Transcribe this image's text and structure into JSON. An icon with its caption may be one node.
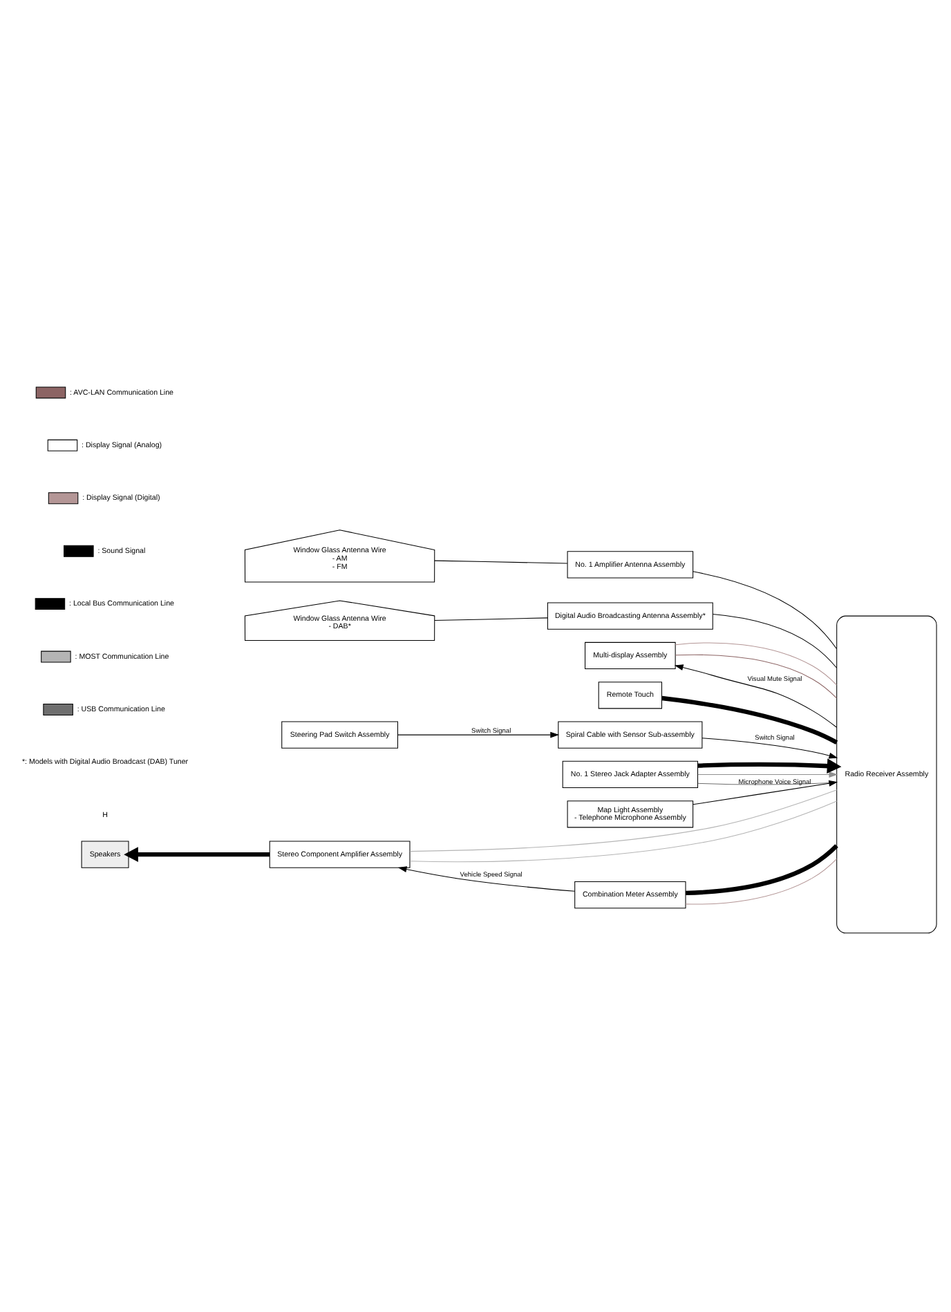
{
  "diagram": {
    "nodes": [
      {
        "text": [
          "Window Glass Antenna Wire",
          "- AM",
          "- FM"
        ]
      },
      {
        "text": [
          "No. 1 Amplifier Antenna Assembly"
        ]
      },
      {
        "text": [
          "Window Glass Antenna Wire",
          "- DAB*"
        ]
      },
      {
        "text": [
          "Digital Audio Broadcasting Antenna Assembly*"
        ]
      },
      {
        "text": [
          "Radio Receiver Assembly"
        ]
      },
      {
        "text": [
          "Multi-display Assembly"
        ]
      },
      {
        "text": [
          "Remote Touch"
        ]
      },
      {
        "text": [
          "Steering Pad Switch Assembly"
        ]
      },
      {
        "text": [
          "Spiral Cable with Sensor Sub-assembly"
        ]
      },
      {
        "text": [
          "No. 1 Stereo Jack Adapter Assembly"
        ]
      },
      {
        "text": [
          "Map Light Assembly",
          "- Telephone Microphone Assembly"
        ]
      },
      {
        "text": [
          "Stereo Component Amplifier Assembly"
        ]
      },
      {
        "text": [
          "Speakers"
        ]
      },
      {
        "text": [
          "Combination Meter Assembly"
        ]
      }
    ],
    "edges": [
      {
        "from": 0,
        "to": 1,
        "arrow": "none"
      },
      {
        "from": 2,
        "to": 3,
        "arrow": "none"
      },
      {
        "from": 3,
        "to": 4,
        "arrow": "none"
      },
      {
        "from": 1,
        "to": 4,
        "arrow": "none"
      },
      {
        "from": 5,
        "to": 4,
        "arrow": "none",
        "color": "#8c6464"
      },
      {
        "from": 5,
        "to": 4,
        "arrow": "none",
        "color": "#b49696"
      },
      {
        "from": 4,
        "to": 5,
        "arrow": "to",
        "label": "Visual Mute Signal"
      },
      {
        "from": 6,
        "to": 4,
        "arrow": "none",
        "style": "thick",
        "color": "#000000"
      },
      {
        "from": 7,
        "to": 8,
        "arrow": "to",
        "label": "Switch Signal"
      },
      {
        "from": 8,
        "to": 4,
        "arrow": "to",
        "label": "Switch Signal"
      },
      {
        "from": 9,
        "to": 4,
        "arrow": "none",
        "color": "#6e6e6e"
      },
      {
        "from": 9,
        "to": 4,
        "arrow": "to",
        "color": "#909090"
      },
      {
        "from": 9,
        "to": 4,
        "arrow": "to",
        "style": "thick",
        "color": "#000000"
      },
      {
        "from": 10,
        "to": 4,
        "arrow": "to",
        "label": "Microphone Voice Signal"
      },
      {
        "from": 11,
        "to": 4,
        "arrow": "none",
        "color": "#b4b4b4"
      },
      {
        "from": 11,
        "to": 4,
        "arrow": "none",
        "color": "#b4b4b4"
      },
      {
        "from": 11,
        "to": 12,
        "arrow": "to",
        "style": "thick",
        "color": "#000000"
      },
      {
        "from": 13,
        "to": 11,
        "arrow": "to",
        "label": "Vehicle Speed Signal"
      },
      {
        "from": 13,
        "to": 4,
        "arrow": "none",
        "color": "#b49696"
      },
      {
        "from": 13,
        "to": 4,
        "arrow": "none",
        "style": "thick",
        "color": "#000000"
      }
    ],
    "labels": [
      "*: Models with Digital Audio Broadcast (DAB) Tuner",
      "H"
    ],
    "legend": [
      {
        "text": ": AVC-LAN Communication Line"
      },
      {
        "text": ": Display Signal (Analog)"
      },
      {
        "text": ": Display Signal (Digital)"
      },
      {
        "text": ": Sound Signal"
      },
      {
        "text": ": Local Bus Communication Line"
      },
      {
        "text": ": MOST Communication Line"
      },
      {
        "text": ": USB Communication Line"
      }
    ]
  }
}
